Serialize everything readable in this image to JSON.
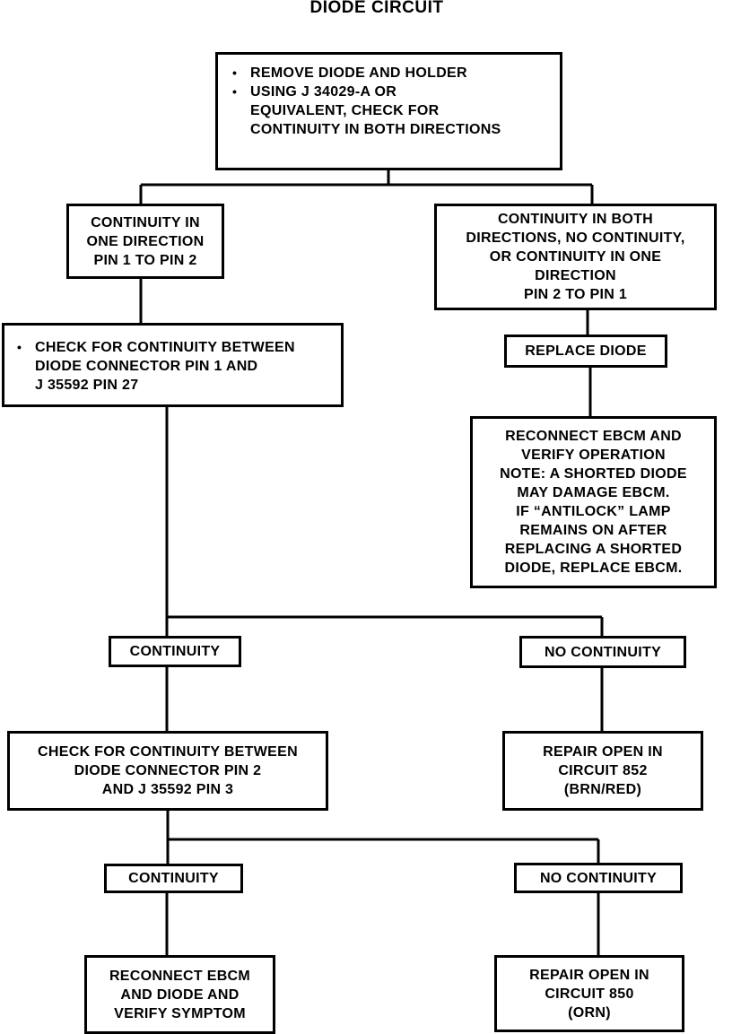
{
  "title": "DIODE CIRCUIT",
  "bullet_symbol": "•",
  "boxes": {
    "top": {
      "bullets": [
        {
          "lines": [
            "REMOVE DIODE AND HOLDER"
          ]
        },
        {
          "lines": [
            "USING J 34029-A OR",
            "EQUIVALENT, CHECK FOR",
            "CONTINUITY IN BOTH DIRECTIONS"
          ]
        }
      ]
    },
    "cont_one_dir": {
      "lines": [
        "CONTINUITY IN",
        "ONE DIRECTION",
        "PIN 1 TO PIN 2"
      ]
    },
    "cont_both_dir": {
      "lines": [
        "CONTINUITY IN BOTH",
        "DIRECTIONS, NO CONTINUITY,",
        "OR CONTINUITY IN ONE",
        "DIRECTION",
        "PIN 2 TO PIN 1"
      ]
    },
    "check_pin1": {
      "lines": [
        "CHECK FOR CONTINUITY BETWEEN",
        "DIODE CONNECTOR PIN 1 AND",
        "J 35592 PIN 27"
      ]
    },
    "replace_diode": {
      "lines": [
        "REPLACE DIODE"
      ]
    },
    "reconnect_verify": {
      "lines": [
        "RECONNECT EBCM AND",
        "VERIFY OPERATION",
        "NOTE: A SHORTED DIODE",
        "MAY DAMAGE EBCM.",
        "IF “ANTILOCK” LAMP",
        "REMAINS ON AFTER",
        "REPLACING A SHORTED",
        "DIODE, REPLACE EBCM."
      ]
    },
    "continuity_1": {
      "lines": [
        "CONTINUITY"
      ]
    },
    "no_continuity_1": {
      "lines": [
        "NO CONTINUITY"
      ]
    },
    "check_pin2": {
      "lines": [
        "CHECK FOR CONTINUITY BETWEEN",
        "DIODE CONNECTOR PIN 2",
        "AND J 35592 PIN 3"
      ]
    },
    "repair_852": {
      "lines": [
        "REPAIR OPEN IN",
        "CIRCUIT 852",
        "(BRN/RED)"
      ]
    },
    "continuity_2": {
      "lines": [
        "CONTINUITY"
      ]
    },
    "no_continuity_2": {
      "lines": [
        "NO CONTINUITY"
      ]
    },
    "reconnect_symptom": {
      "lines": [
        "RECONNECT EBCM",
        "AND DIODE AND",
        "VERIFY SYMPTOM"
      ]
    },
    "repair_850": {
      "lines": [
        "REPAIR OPEN IN",
        "CIRCUIT 850",
        "(ORN)"
      ]
    }
  }
}
